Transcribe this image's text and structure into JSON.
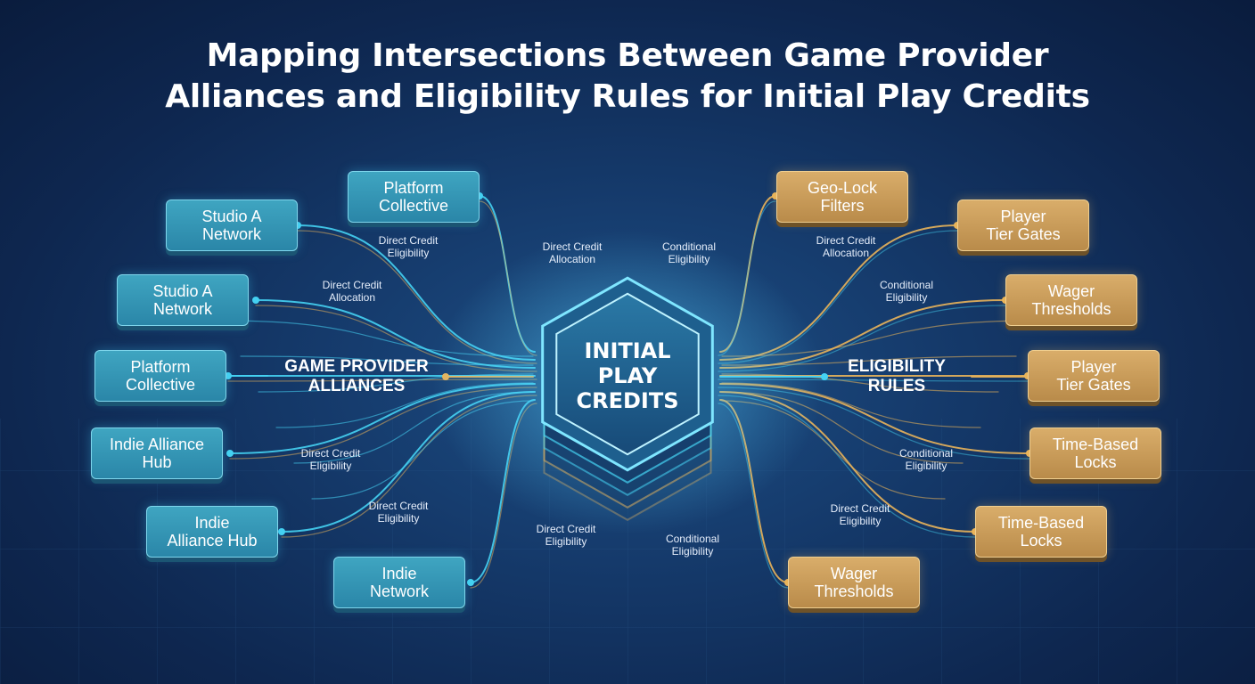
{
  "title": {
    "line1": "Mapping Intersections Between Game Provider",
    "line2": "Alliances and Eligibility Rules for Initial Play Credits"
  },
  "center": {
    "label": "INITIAL\nPLAY\nCREDITS"
  },
  "sections": {
    "left": "GAME PROVIDER\nALLIANCES",
    "right": "ELIGIBILITY\nRULES"
  },
  "colors": {
    "teal": "#3fa5c1",
    "gold": "#d9ad6a",
    "teal_line": "#45d2f2",
    "gold_line": "#e9b45a"
  },
  "left_nodes": [
    {
      "label": "Platform\nCollective"
    },
    {
      "label": "Studio A\nNetwork"
    },
    {
      "label": "Studio A\nNetwork"
    },
    {
      "label": "Platform\nCollective"
    },
    {
      "label": "Indie Alliance\nHub"
    },
    {
      "label": "Indie\nAlliance Hub"
    },
    {
      "label": "Indie\nNetwork"
    }
  ],
  "right_nodes": [
    {
      "label": "Geo-Lock\nFilters"
    },
    {
      "label": "Player\nTier Gates"
    },
    {
      "label": "Wager\nThresholds"
    },
    {
      "label": "Player\nTier Gates"
    },
    {
      "label": "Time-Based\nLocks"
    },
    {
      "label": "Time-Based\nLocks"
    },
    {
      "label": "Wager\nThresholds"
    }
  ],
  "edge_labels": [
    {
      "text": "Direct Credit\nEligibility"
    },
    {
      "text": "Direct Credit\nAllocation"
    },
    {
      "text": "Direct Credit\nAllocation"
    },
    {
      "text": "Direct Credit\nEligibility"
    },
    {
      "text": "Direct Credit\nEligibility"
    },
    {
      "text": "Direct Credit\nEligibility"
    },
    {
      "text": "Conditional\nEligibility"
    },
    {
      "text": "Direct Credit\nAllocation"
    },
    {
      "text": "Conditional\nEligibility"
    },
    {
      "text": "Conditional\nEligibility"
    },
    {
      "text": "Direct Credit\nEligibility"
    },
    {
      "text": "Conditional\nEligibility"
    }
  ]
}
